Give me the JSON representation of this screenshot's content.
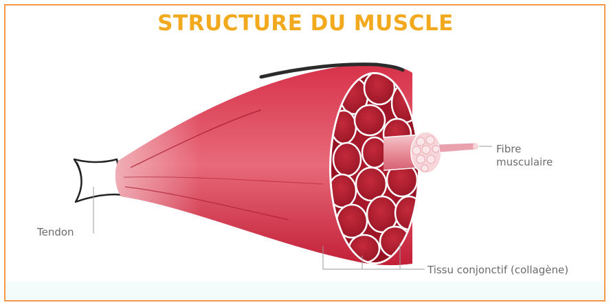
{
  "title": "STRUCTURE DU MUSCLE",
  "labels": {
    "fibre_line1": "Fibre",
    "fibre_line2": "musculaire",
    "tendon": "Tendon",
    "tissu": "Tissu conjonctif (collagène)"
  },
  "colors": {
    "title": "#f2a91e",
    "border": "#f29a4a",
    "muscle": "#c8243c",
    "fiber_dark": "#9e1626",
    "tendon_outline": "#222222",
    "label_text": "#6b6b6b"
  }
}
